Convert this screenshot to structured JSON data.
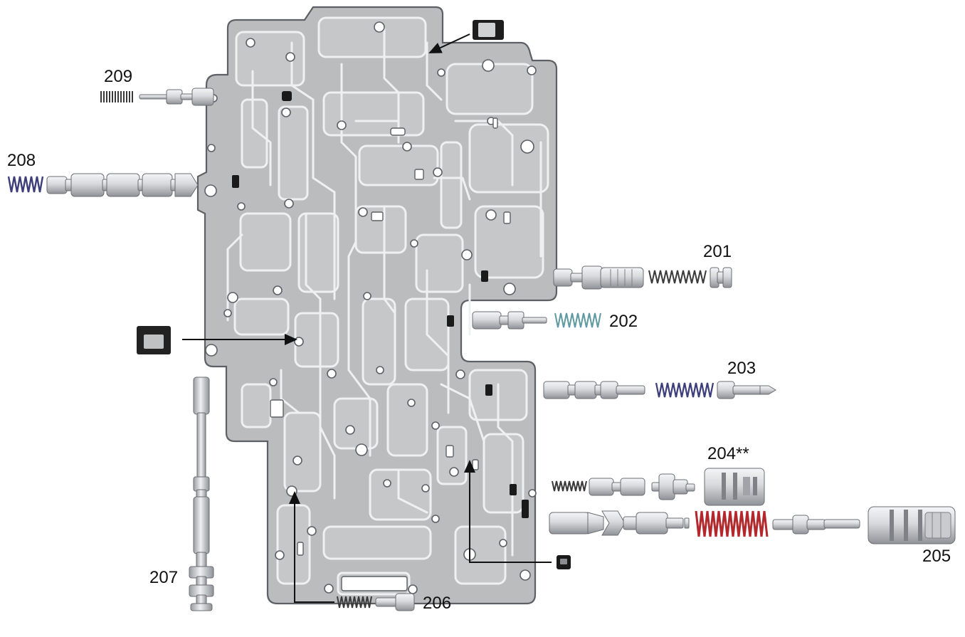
{
  "diagram": {
    "labels": {
      "p201": "201",
      "p202": "202",
      "p203": "203",
      "p204": "204**",
      "p205": "205",
      "p206": "206",
      "p207": "207",
      "p208": "208",
      "p209": "209"
    },
    "colors": {
      "plate": "#b9bbbd",
      "plate_edge": "#5d6064",
      "channel_fill": "#c4c6c8",
      "channel_stroke": "#f0f1f2",
      "metal_light": "#eef0f2",
      "metal_mid": "#c2c5c9",
      "metal_dark": "#8a8d92",
      "spring_dark": "#4a4a4a",
      "spring_blue": "#3b3e7a",
      "spring_teal": "#6aa0a8",
      "spring_red": "#b3282c",
      "check_ball": "#1a1a1a"
    }
  }
}
